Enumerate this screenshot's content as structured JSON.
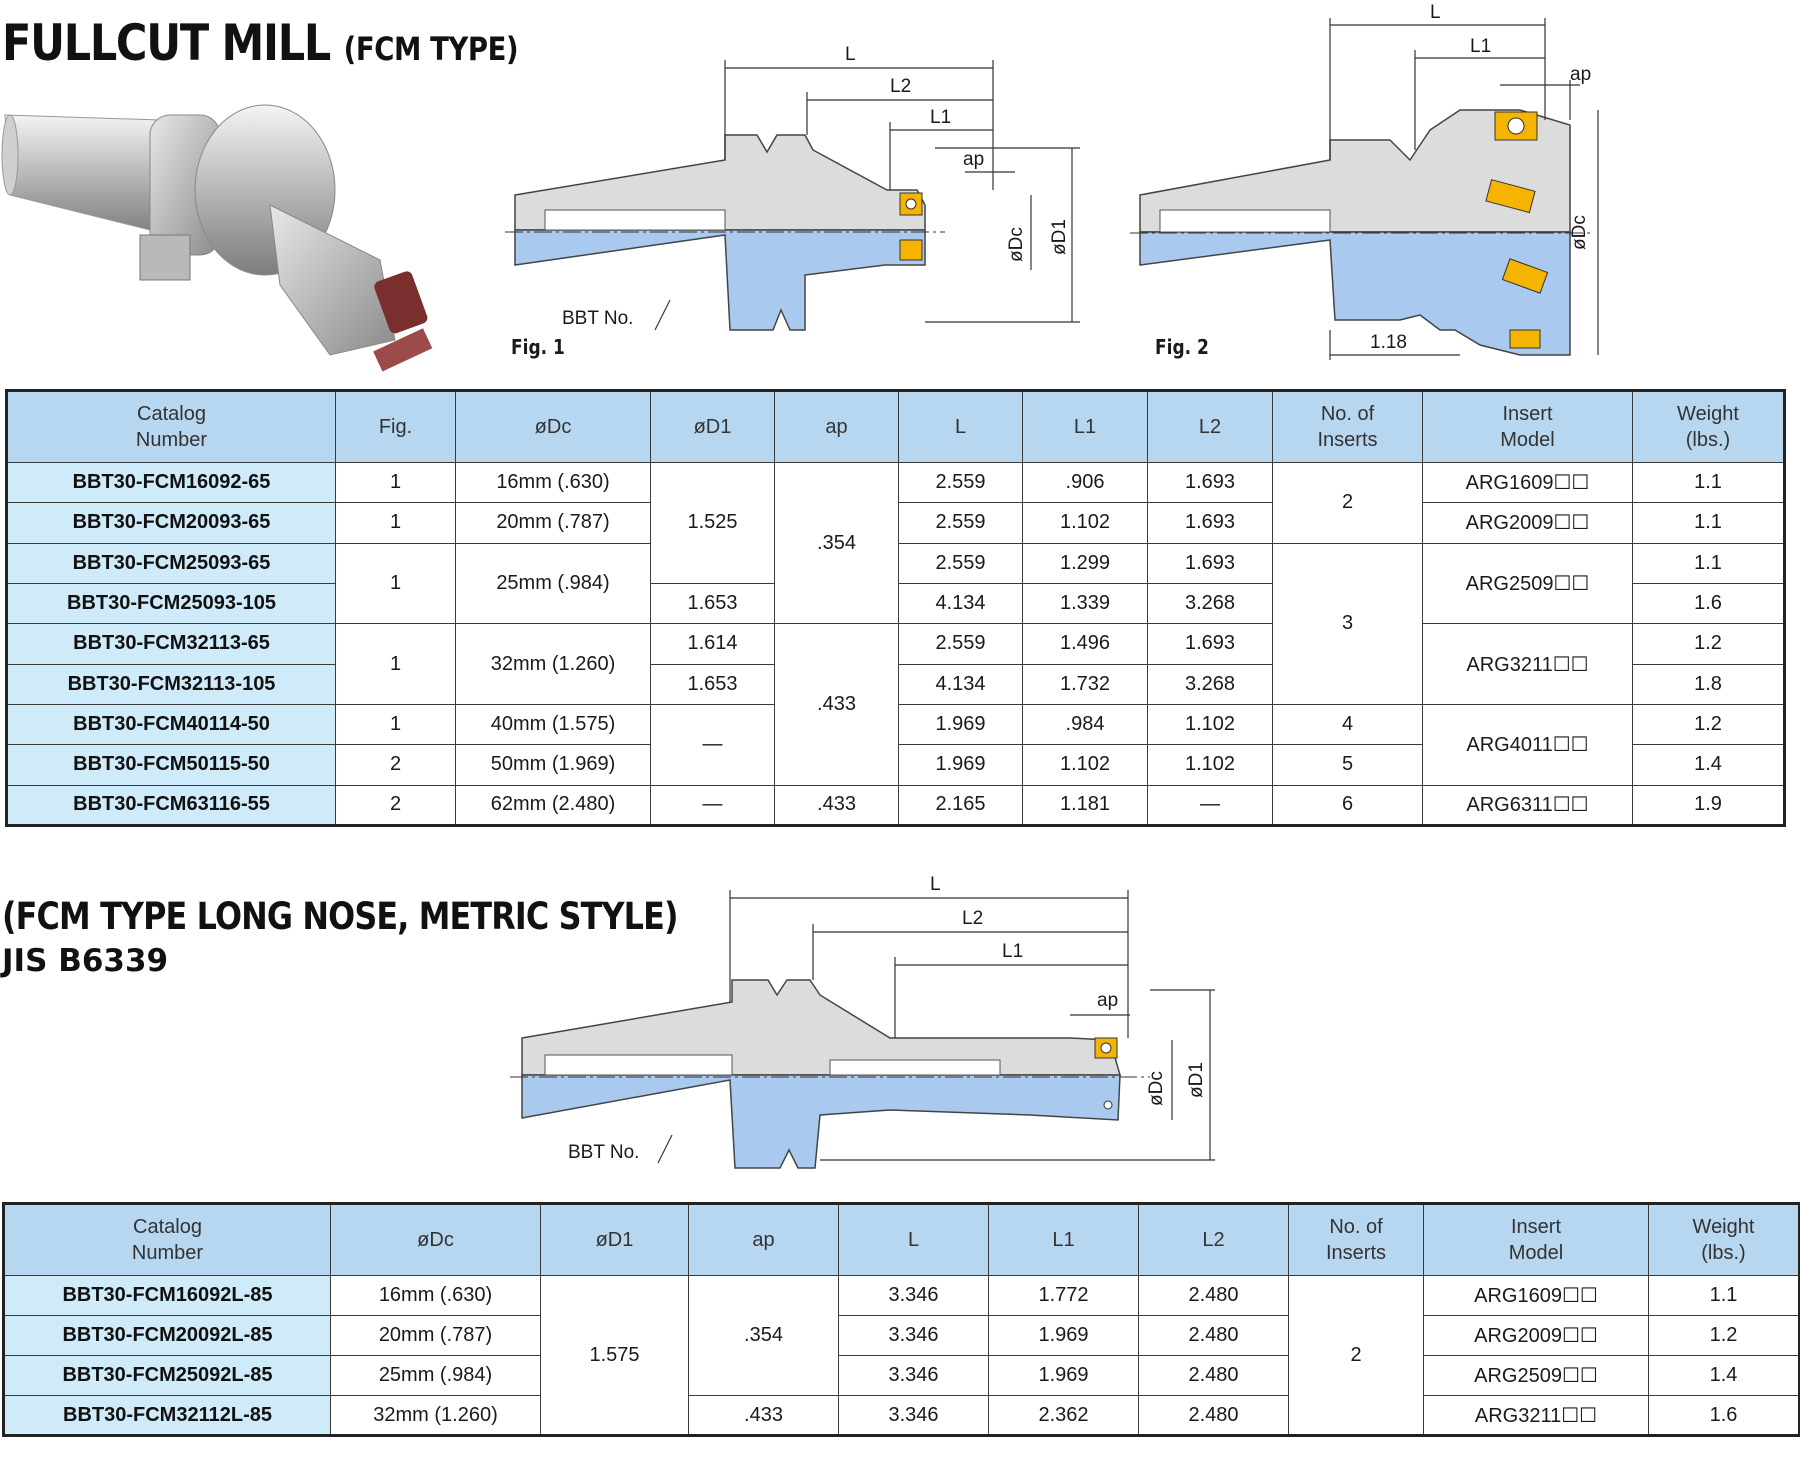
{
  "header": {
    "title": "FULLCUT MILL",
    "subtitle": "(FCM TYPE)"
  },
  "figures": {
    "fig1": {
      "label": "Fig. 1",
      "dim_L": "L",
      "dim_L2": "L2",
      "dim_L1": "L1",
      "dim_ap": "ap",
      "dim_Dc": "øDc",
      "dim_D1": "øD1",
      "callout": "BBT No."
    },
    "fig2": {
      "label": "Fig. 2",
      "dim_L": "L",
      "dim_L1": "L1",
      "dim_ap": "ap",
      "dim_Dc": "øDc",
      "dim_flange": "1.18"
    }
  },
  "table1": {
    "headers": {
      "catalog_1": "Catalog",
      "catalog_2": "Number",
      "fig": "Fig.",
      "dc": "øDc",
      "d1": "øD1",
      "ap": "ap",
      "l": "L",
      "l1": "L1",
      "l2": "L2",
      "inserts_1": "No. of",
      "inserts_2": "Inserts",
      "insert_model_1": "Insert",
      "insert_model_2": "Model",
      "weight_1": "Weight",
      "weight_2": "(lbs.)"
    },
    "rows": [
      {
        "catalog": "BBT30-FCM16092-65",
        "fig": "1",
        "dc": "16mm (.630)",
        "d1": "1.525",
        "ap": ".354",
        "l": "2.559",
        "l1": ".906",
        "l2": "1.693",
        "inserts": "2",
        "insert_model": "ARG1609☐☐",
        "weight": "1.1"
      },
      {
        "catalog": "BBT30-FCM20093-65",
        "fig": "1",
        "dc": "20mm (.787)",
        "l": "2.559",
        "l1": "1.102",
        "l2": "1.693",
        "insert_model": "ARG2009☐☐",
        "weight": "1.1"
      },
      {
        "catalog": "BBT30-FCM25093-65",
        "fig": "1",
        "dc": "25mm (.984)",
        "l": "2.559",
        "l1": "1.299",
        "l2": "1.693",
        "inserts": "3",
        "insert_model": "ARG2509☐☐",
        "weight": "1.1"
      },
      {
        "catalog": "BBT30-FCM25093-105",
        "d1": "1.653",
        "l": "4.134",
        "l1": "1.339",
        "l2": "3.268",
        "weight": "1.6"
      },
      {
        "catalog": "BBT30-FCM32113-65",
        "fig": "1",
        "dc": "32mm (1.260)",
        "d1": "1.614",
        "ap": ".433",
        "l": "2.559",
        "l1": "1.496",
        "l2": "1.693",
        "insert_model": "ARG3211☐☐",
        "weight": "1.2"
      },
      {
        "catalog": "BBT30-FCM32113-105",
        "d1": "1.653",
        "l": "4.134",
        "l1": "1.732",
        "l2": "3.268",
        "weight": "1.8"
      },
      {
        "catalog": "BBT30-FCM40114-50",
        "fig": "1",
        "dc": "40mm (1.575)",
        "d1": "—",
        "l": "1.969",
        "l1": ".984",
        "l2": "1.102",
        "inserts": "4",
        "insert_model": "ARG4011☐☐",
        "weight": "1.2"
      },
      {
        "catalog": "BBT30-FCM50115-50",
        "fig": "2",
        "dc": "50mm (1.969)",
        "l": "1.969",
        "l1": "1.102",
        "l2": "1.102",
        "inserts": "5",
        "weight": "1.4"
      },
      {
        "catalog": "BBT30-FCM63116-55",
        "fig": "2",
        "dc": "62mm (2.480)",
        "d1": "—",
        "ap": ".433",
        "l": "2.165",
        "l1": "1.181",
        "l2": "—",
        "inserts": "6",
        "insert_model": "ARG6311☐☐",
        "weight": "1.9"
      }
    ]
  },
  "section2": {
    "title": "(FCM TYPE LONG NOSE, METRIC STYLE)",
    "subtitle": "JIS B6339",
    "figure": {
      "dim_L": "L",
      "dim_L2": "L2",
      "dim_L1": "L1",
      "dim_ap": "ap",
      "dim_Dc": "øDc",
      "dim_D1": "øD1",
      "callout": "BBT No."
    }
  },
  "table2": {
    "headers": {
      "catalog_1": "Catalog",
      "catalog_2": "Number",
      "dc": "øDc",
      "d1": "øD1",
      "ap": "ap",
      "l": "L",
      "l1": "L1",
      "l2": "L2",
      "inserts_1": "No. of",
      "inserts_2": "Inserts",
      "insert_model_1": "Insert",
      "insert_model_2": "Model",
      "weight_1": "Weight",
      "weight_2": "(lbs.)"
    },
    "rows": [
      {
        "catalog": "BBT30-FCM16092L-85",
        "dc": "16mm (.630)",
        "d1": "1.575",
        "ap": ".354",
        "l": "3.346",
        "l1": "1.772",
        "l2": "2.480",
        "inserts": "2",
        "insert_model": "ARG1609☐☐",
        "weight": "1.1"
      },
      {
        "catalog": "BBT30-FCM20092L-85",
        "dc": "20mm (.787)",
        "l": "3.346",
        "l1": "1.969",
        "l2": "2.480",
        "insert_model": "ARG2009☐☐",
        "weight": "1.2"
      },
      {
        "catalog": "BBT30-FCM25092L-85",
        "dc": "25mm (.984)",
        "l": "3.346",
        "l1": "1.969",
        "l2": "2.480",
        "insert_model": "ARG2509☐☐",
        "weight": "1.4"
      },
      {
        "catalog": "BBT30-FCM32112L-85",
        "dc": "32mm (1.260)",
        "ap": ".433",
        "l": "3.346",
        "l1": "2.362",
        "l2": "2.480",
        "insert_model": "ARG3211☐☐",
        "weight": "1.6"
      }
    ]
  },
  "colors": {
    "header_fill": "#b7d6f0",
    "catalog_fill": "#cfeaf8",
    "tool_blue": "#a9c9ee",
    "tool_grey": "#dcdcdc",
    "insert_yellow": "#f5b400"
  }
}
